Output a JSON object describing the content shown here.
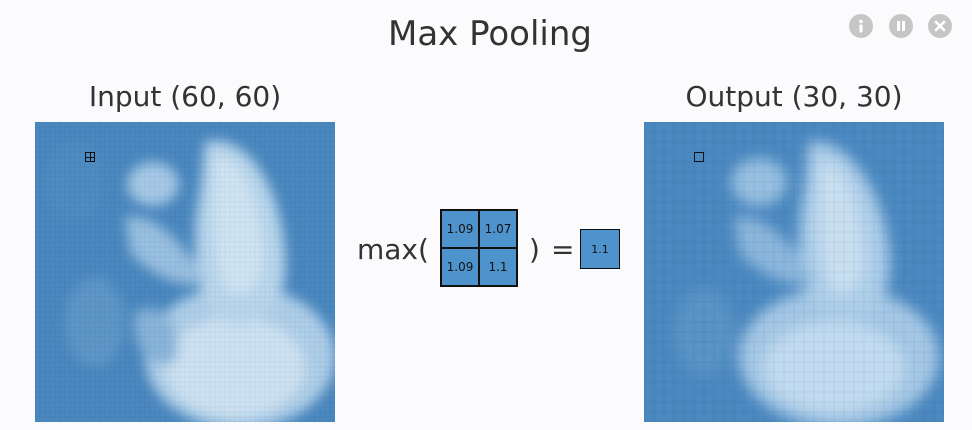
{
  "title": "Max Pooling",
  "controls": {
    "info_icon": "info-icon",
    "pause_icon": "pause-icon",
    "close_icon": "close-icon"
  },
  "input_panel": {
    "label": "Input (60, 60)"
  },
  "output_panel": {
    "label": "Output (30, 30)"
  },
  "formula": {
    "max_label": "max(",
    "close_label": ")",
    "equals_label": "=",
    "window_values": [
      "1.09",
      "1.07",
      "1.09",
      "1.1"
    ],
    "result": "1.1"
  },
  "colors": {
    "image_base": "#4a88c0",
    "image_light": "#cfe4f3",
    "window_fill": "#4e93cb"
  }
}
